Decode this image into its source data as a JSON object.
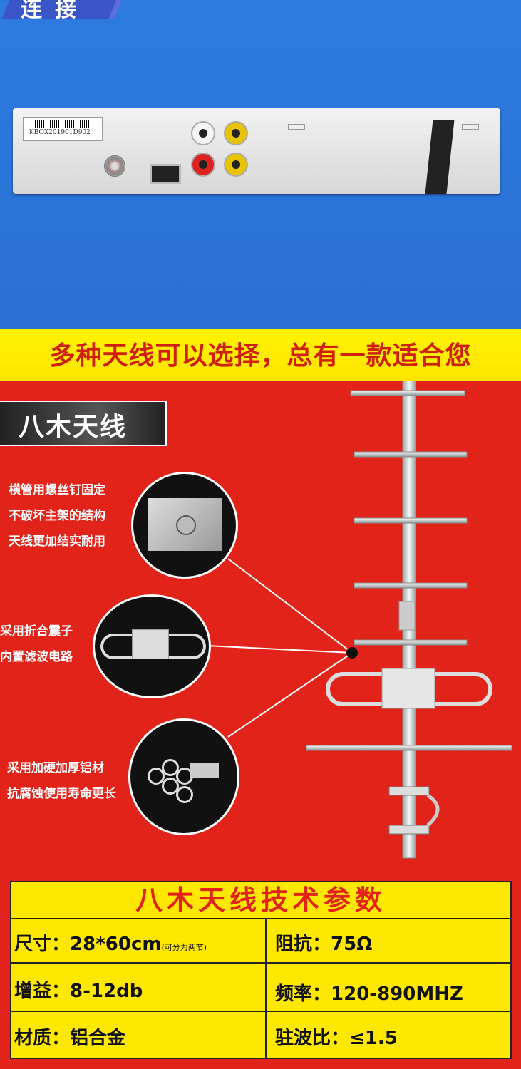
{
  "top_tag": "连接",
  "device": {
    "label_serial": "KBOX201901D902"
  },
  "banner": "多种天线可以选择，总有一款适合您",
  "section_title": "八木天线",
  "features": [
    {
      "lines": [
        "横管用螺丝钉固定",
        "不破坏主架的结构",
        "天线更加结实耐用"
      ]
    },
    {
      "lines": [
        "采用折合震子",
        "内置滤波电路"
      ]
    },
    {
      "lines": [
        "采用加硬加厚铝材",
        "抗腐蚀使用寿命更长"
      ]
    }
  ],
  "specs": {
    "title": "八木天线技术参数",
    "size_label": "尺寸：",
    "size_value": "28*60cm",
    "size_note": "(可分为两节)",
    "impedance_label": "阻抗：",
    "impedance_value": "75Ω",
    "gain_label": "增益：",
    "gain_value": "8-12db",
    "frequency_label": "频率：",
    "frequency_value": "120-890MHZ",
    "material_label": "材质：",
    "material_value": "铝合金",
    "vswr_label": "驻波比：",
    "vswr_value": "≤1.5"
  },
  "colors": {
    "blue_bg": "#2d7be0",
    "yellow_banner": "#fff300",
    "red_bg": "#e2231a",
    "banner_text": "#cf1f0e"
  }
}
